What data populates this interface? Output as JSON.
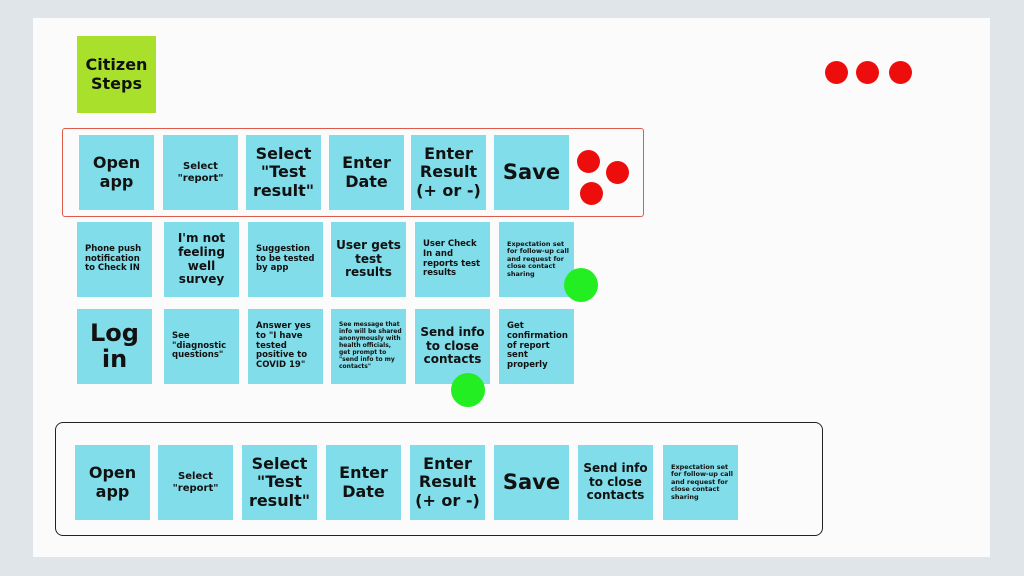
{
  "title": "Citizen Steps",
  "colors": {
    "sticky": "#80dde9",
    "title": "#a8e02b",
    "red_dot": "#ee0d0d",
    "green_dot": "#22ee22"
  },
  "row1": [
    "Open app",
    "Select \"report\"",
    "Select \"Test result\"",
    "Enter Date",
    "Enter Result (+ or -)",
    "Save"
  ],
  "row2": [
    "Phone push notification to Check IN",
    "I'm not feeling well survey",
    "Suggestion to be tested by app",
    "User gets test results",
    "User Check In and reports test results",
    "Expectation set for follow-up call and request for close contact sharing"
  ],
  "row3": [
    "Log in",
    "See \"diagnostic questions\"",
    "Answer yes to \"I have tested positive to COVID 19\"",
    "See message that info will be shared anonymously with health officials, get prompt to \"send info to my contacts\"",
    "Send info to close contacts",
    "Get confirmation of report sent properly"
  ],
  "row4": [
    "Open app",
    "Select \"report\"",
    "Select \"Test result\"",
    "Enter Date",
    "Enter Result (+ or -)",
    "Save",
    "Send info to close contacts",
    "Expectation set for follow-up call and request for close contact sharing"
  ]
}
